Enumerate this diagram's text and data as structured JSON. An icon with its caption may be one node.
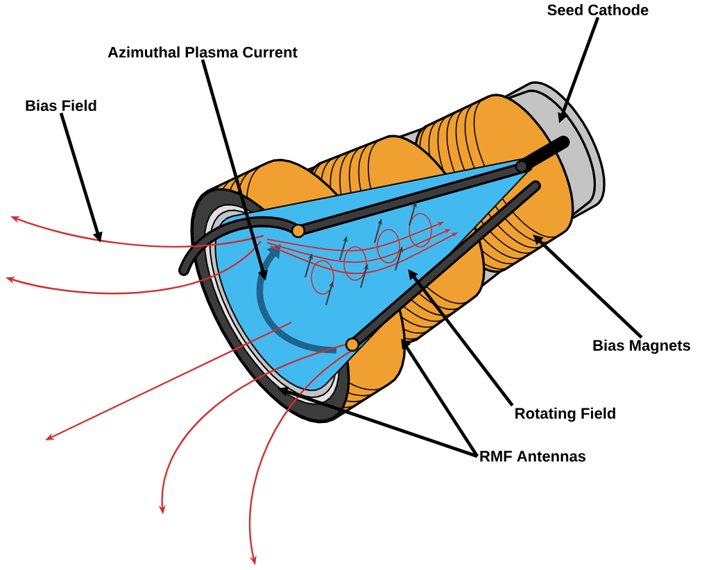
{
  "diagram": {
    "nodes": [
      {
        "text": [
          "Bias Field"
        ]
      },
      {
        "text": [
          "Azimuthal Plasma Current"
        ]
      },
      {
        "text": [
          "Seed Cathode"
        ]
      },
      {
        "text": [
          "Bias Magnets"
        ]
      },
      {
        "text": [
          "Rotating Field"
        ]
      },
      {
        "text": [
          "RMF Antennas"
        ]
      },
      {
        "text": [],
        "shape": "picture"
      }
    ],
    "edges": [
      {
        "from": 0,
        "to": null,
        "arrow": "to"
      },
      {
        "from": 1,
        "to": 6,
        "arrow": "to"
      },
      {
        "from": 2,
        "to": 6,
        "arrow": "to"
      },
      {
        "from": 3,
        "to": 6,
        "arrow": "to"
      },
      {
        "from": 4,
        "to": 6,
        "arrow": "to"
      },
      {
        "from": 5,
        "to": 6,
        "arrow": "to"
      },
      {
        "from": 5,
        "to": 6,
        "arrow": "to"
      }
    ]
  }
}
